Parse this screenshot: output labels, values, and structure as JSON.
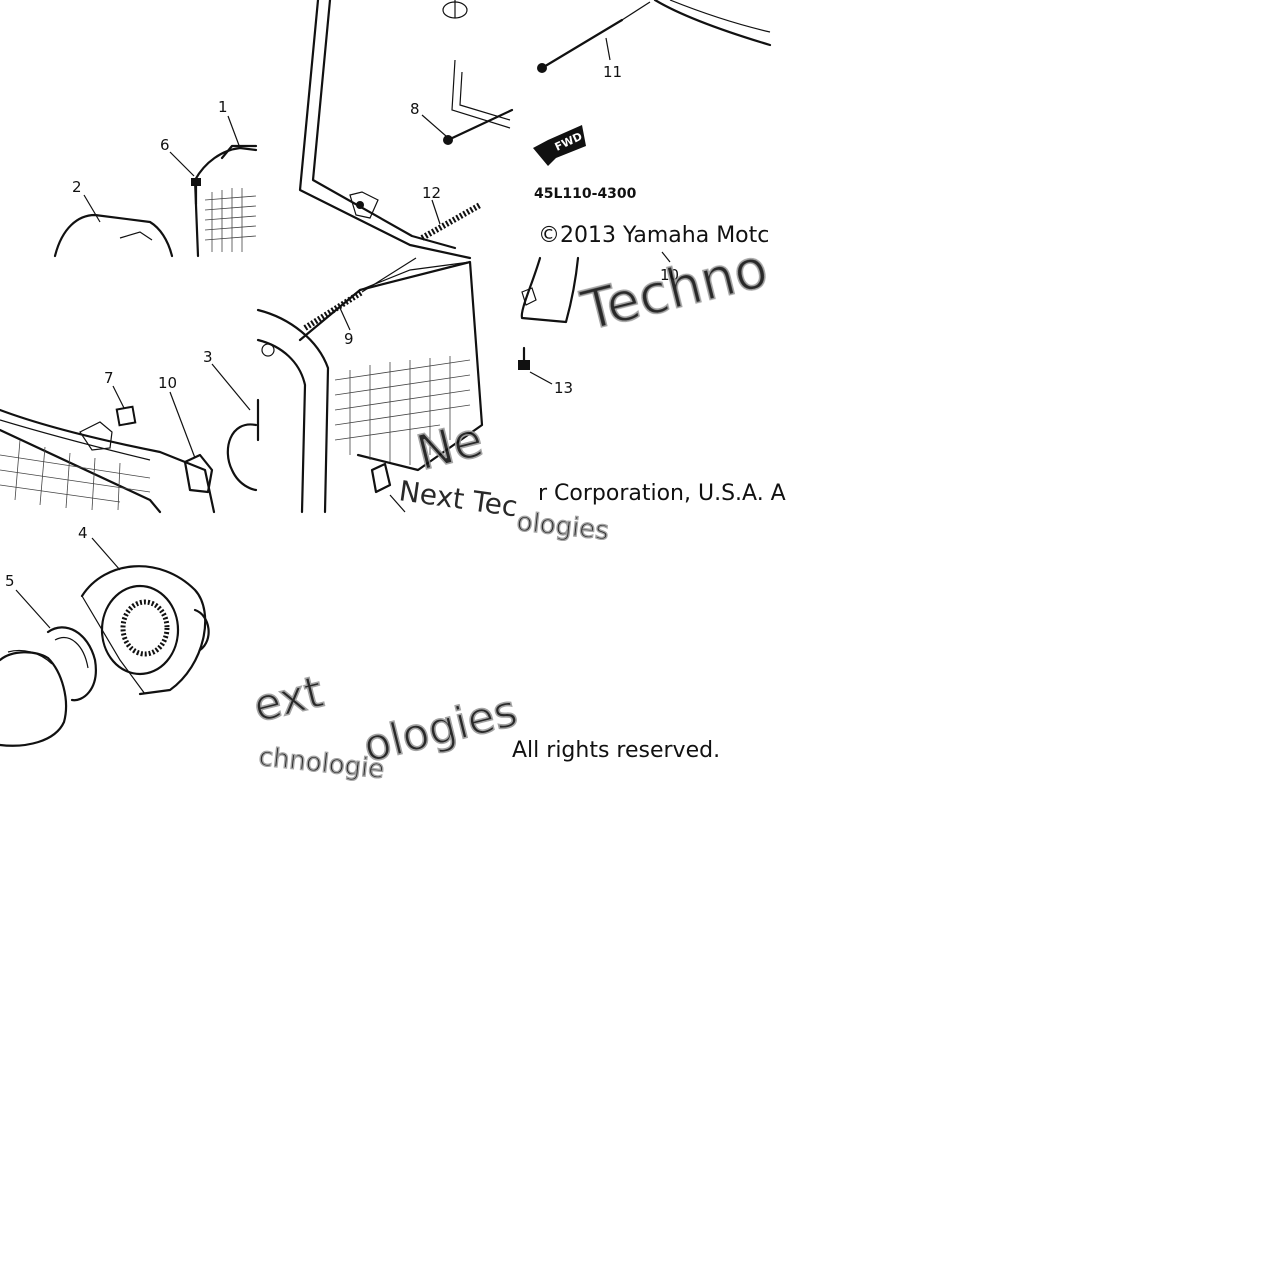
{
  "diagram": {
    "part_code": "45L110-4300",
    "fwd_label": "FWD",
    "copyright_line1": "©2013 Yamaha Motc",
    "copyright_line2": "r Corporation, U.S.A. A",
    "copyright_line3": "All rights reserved.",
    "callouts": [
      "1",
      "2",
      "3",
      "4",
      "5",
      "6",
      "7",
      "8",
      "9",
      "10",
      "10",
      "11",
      "12",
      "13"
    ],
    "watermark": {
      "text_a": "Techno",
      "text_b": "Next Tec",
      "text_c": "ologies",
      "text_d": "ext",
      "text_e": "ologies",
      "text_f": "chnologie",
      "text_g": "Ne"
    }
  }
}
